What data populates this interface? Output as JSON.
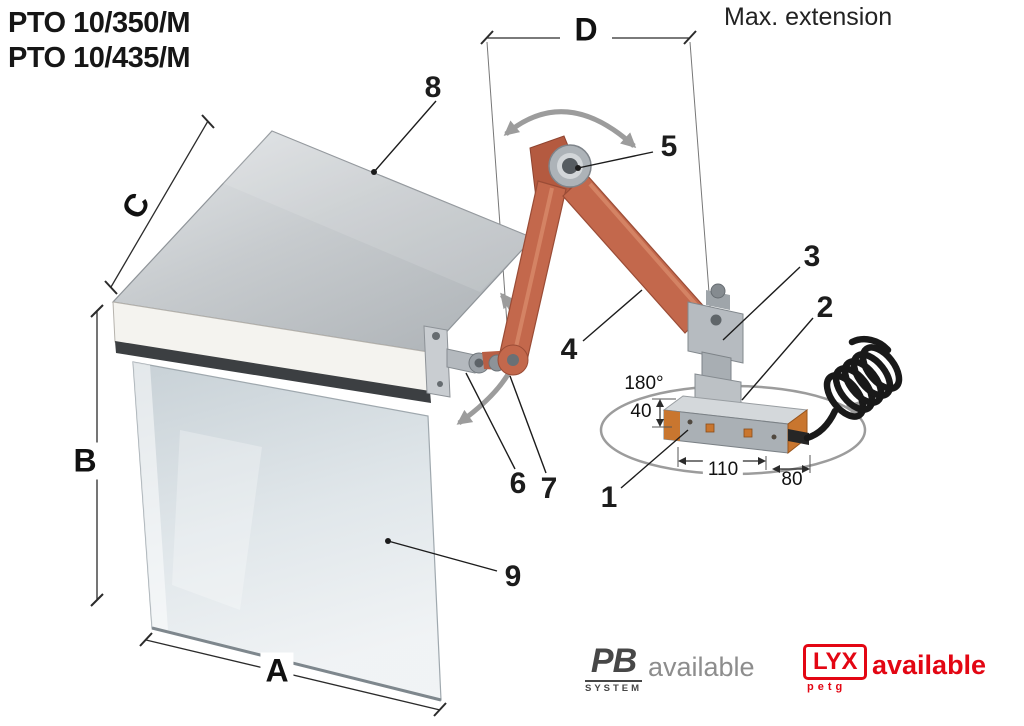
{
  "title": {
    "line1": "PTO 10/350/M",
    "line2": "PTO 10/435/M"
  },
  "labels": {
    "max_extension": "Max. extension",
    "dim_a": "A",
    "dim_b": "B",
    "dim_c": "C",
    "dim_d": "D",
    "angle_180": "180°",
    "dim_40": "40",
    "dim_110": "110",
    "dim_80": "80"
  },
  "callouts": {
    "c1": "1",
    "c2": "2",
    "c3": "3",
    "c4": "4",
    "c5": "5",
    "c6": "6",
    "c7": "7",
    "c8": "8",
    "c9": "9"
  },
  "footer": {
    "pb_name": "PB",
    "pb_sub": "SYSTEM",
    "pb_available": "available",
    "lyx_name": "LYX",
    "lyx_sub": "petg",
    "lyx_available": "available"
  },
  "colors": {
    "arm_orange": "#c3684c",
    "base_orange": "#c9762f",
    "steel_gray": "#b6bbc0",
    "arrow_gray": "#9c9c9c",
    "logo_red": "#e30613"
  }
}
